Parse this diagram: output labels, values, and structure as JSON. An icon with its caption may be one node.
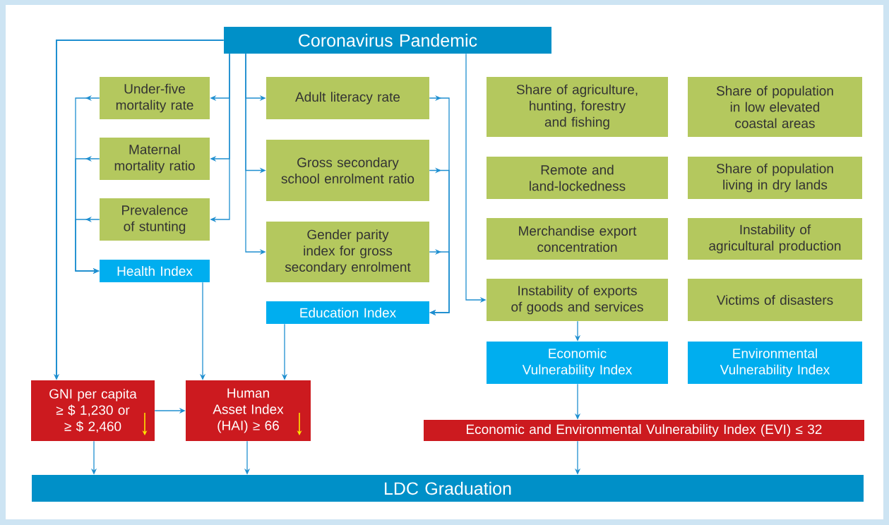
{
  "diagram": {
    "nodes": [
      {
        "text": [
          "Coronavirus Pandemic"
        ]
      },
      {
        "text": [
          "Under-five mortality rate"
        ]
      },
      {
        "text": [
          "Maternal mortality ratio"
        ]
      },
      {
        "text": [
          "Prevalence of stunting"
        ]
      },
      {
        "text": [
          "Health Index"
        ]
      },
      {
        "text": [
          "Adult literacy rate"
        ]
      },
      {
        "text": [
          "Gross secondary school enrolment ratio"
        ]
      },
      {
        "text": [
          "Gender parity index for gross secondary enrolment"
        ]
      },
      {
        "text": [
          "Education Index"
        ]
      },
      {
        "text": [
          "Share of agriculture, hunting, forestry and fishing"
        ]
      },
      {
        "text": [
          "Share of population in low elevated coastal areas"
        ]
      },
      {
        "text": [
          "Remote and land-lockedness"
        ]
      },
      {
        "text": [
          "Share of population living in dry lands"
        ]
      },
      {
        "text": [
          "Merchandise export concentration"
        ]
      },
      {
        "text": [
          "Instability of agricultural production"
        ]
      },
      {
        "text": [
          "Instability of exports of goods and services"
        ]
      },
      {
        "text": [
          "Victims of disasters"
        ]
      },
      {
        "text": [
          "Economic Vulnerability Index"
        ]
      },
      {
        "text": [
          "Environmental Vulnerability Index"
        ]
      },
      {
        "text": [
          "GNI per capita ≥ $ 1,230 or ≥ $ 2,460"
        ]
      },
      {
        "text": [
          "Human Asset Index (HAI) ≥ 66"
        ]
      },
      {
        "text": [
          "Economic and Environmental Vulnerability Index (EVI) ≤ 32"
        ]
      },
      {
        "text": [
          "LDC Graduation"
        ]
      }
    ],
    "edges": [
      {
        "from": 0,
        "to": 1,
        "arrow": "to"
      },
      {
        "from": 0,
        "to": 2,
        "arrow": "to"
      },
      {
        "from": 0,
        "to": 3,
        "arrow": "to"
      },
      {
        "from": 0,
        "to": 5,
        "arrow": "to"
      },
      {
        "from": 0,
        "to": 6,
        "arrow": "to"
      },
      {
        "from": 0,
        "to": 7,
        "arrow": "to"
      },
      {
        "from": 0,
        "to": 15,
        "arrow": "to"
      },
      {
        "from": 0,
        "to": 19,
        "arrow": "to"
      },
      {
        "from": 1,
        "to": 4,
        "arrow": "to"
      },
      {
        "from": 2,
        "to": 4,
        "arrow": "to"
      },
      {
        "from": 3,
        "to": 4,
        "arrow": "to"
      },
      {
        "from": 5,
        "to": 8,
        "arrow": "to"
      },
      {
        "from": 6,
        "to": 8,
        "arrow": "to"
      },
      {
        "from": 7,
        "to": 8,
        "arrow": "to"
      },
      {
        "from": 4,
        "to": 20,
        "arrow": "to"
      },
      {
        "from": 8,
        "to": 20,
        "arrow": "to"
      },
      {
        "from": 19,
        "to": 20,
        "arrow": "to"
      },
      {
        "from": 15,
        "to": 17,
        "arrow": "to"
      },
      {
        "from": 17,
        "to": 21,
        "arrow": "to"
      },
      {
        "from": 19,
        "to": 22,
        "arrow": "to"
      },
      {
        "from": 20,
        "to": 22,
        "arrow": "to"
      },
      {
        "from": 21,
        "to": 22,
        "arrow": "to"
      }
    ]
  }
}
